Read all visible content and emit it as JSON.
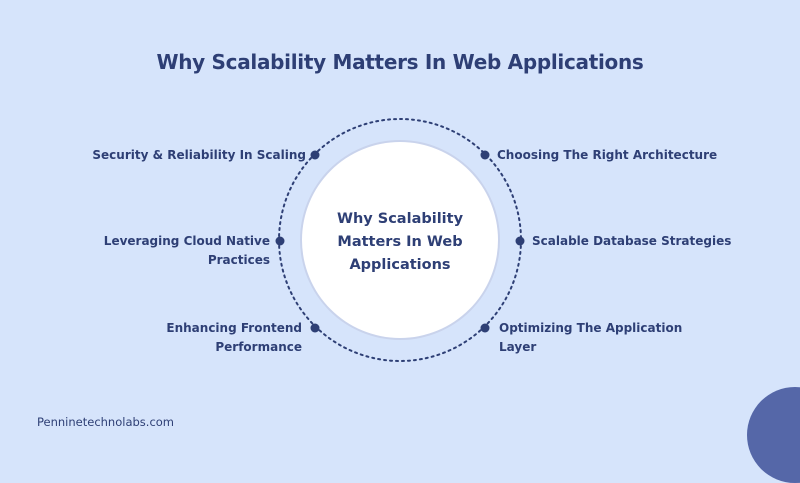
{
  "title": "Why Scalability Matters In Web Applications",
  "center": {
    "line1": "Why Scalability",
    "line2": "Matters In Web",
    "line3": "Applications"
  },
  "items": [
    {
      "label_lines": [
        "Security & Reliability In Scaling"
      ],
      "side": "left",
      "position": "top"
    },
    {
      "label_lines": [
        "Leveraging Cloud Native",
        "Practices"
      ],
      "side": "left",
      "position": "middle"
    },
    {
      "label_lines": [
        "Enhancing Frontend",
        "Performance"
      ],
      "side": "left",
      "position": "bottom"
    },
    {
      "label_lines": [
        "Choosing The Right Architecture"
      ],
      "side": "right",
      "position": "top"
    },
    {
      "label_lines": [
        "Scalable Database Strategies"
      ],
      "side": "right",
      "position": "middle"
    },
    {
      "label_lines": [
        "Optimizing The Application",
        "Layer"
      ],
      "side": "right",
      "position": "bottom"
    }
  ],
  "footer": "Penninetechnolabs.com",
  "colors": {
    "background": "#d6e4fb",
    "text": "#2e3f75",
    "dot": "#2e3f75",
    "center_fill": "#ffffff",
    "corner_circle": "#5567a8"
  }
}
